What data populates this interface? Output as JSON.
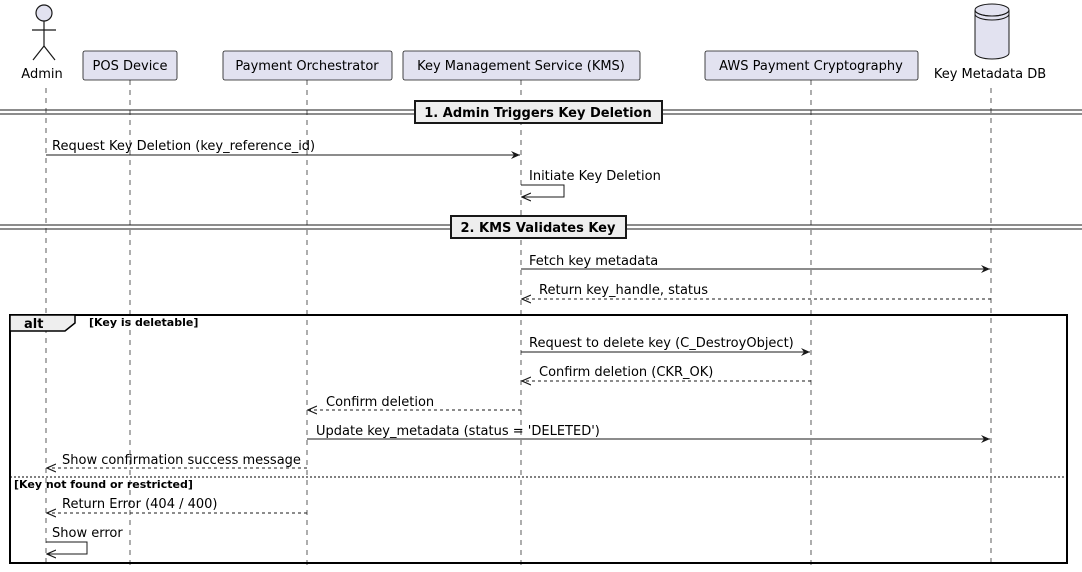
{
  "participants": {
    "admin": "Admin",
    "pos": "POS Device",
    "orchestrator": "Payment Orchestrator",
    "kms": "Key Management Service (KMS)",
    "aws": "AWS Payment Cryptography",
    "db": "Key Metadata DB"
  },
  "dividers": {
    "first": "1. Admin Triggers Key Deletion",
    "second": "2. KMS Validates Key"
  },
  "messages": {
    "m1": "Request Key Deletion (key_reference_id)",
    "m2": "Initiate Key Deletion",
    "m3": "Fetch key metadata",
    "m4": "Return key_handle, status",
    "m5": "Request to delete key (C_DestroyObject)",
    "m6": "Confirm deletion (CKR_OK)",
    "m7": "Confirm deletion",
    "m8": "Update key_metadata (status = 'DELETED')",
    "m9": "Show confirmation success message",
    "m10": "Return Error (404 / 400)",
    "m11": "Show error"
  },
  "fragment": {
    "keyword": "alt",
    "guard1": "[Key is deletable]",
    "guard2": "[Key not found or restricted]"
  },
  "colors": {
    "participant_fill": "#e2e2f0",
    "participant_border": "#181818",
    "divider_fill": "#eeeeee",
    "line": "#181818"
  }
}
